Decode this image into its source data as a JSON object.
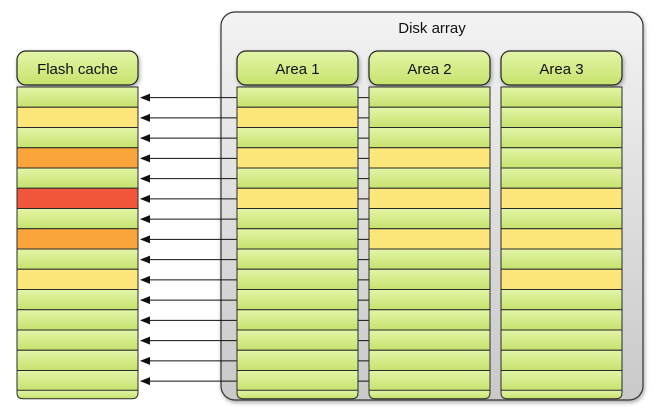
{
  "disk_array": {
    "title": "Disk array"
  },
  "flash_cache": {
    "title": "Flash cache",
    "cells": [
      "green",
      "yellow",
      "green",
      "orange",
      "green",
      "red",
      "green",
      "orange",
      "green",
      "yellow",
      "green",
      "green",
      "green",
      "green",
      "green"
    ]
  },
  "areas": [
    {
      "title": "Area 1",
      "cells": [
        "green",
        "yellow",
        "green",
        "yellow",
        "green",
        "yellow",
        "green",
        "green",
        "green",
        "green",
        "green",
        "green",
        "green",
        "green",
        "green"
      ]
    },
    {
      "title": "Area 2",
      "cells": [
        "green",
        "green",
        "green",
        "yellow",
        "green",
        "yellow",
        "green",
        "yellow",
        "green",
        "green",
        "green",
        "green",
        "green",
        "green",
        "green"
      ]
    },
    {
      "title": "Area 3",
      "cells": [
        "green",
        "green",
        "green",
        "green",
        "green",
        "yellow",
        "green",
        "yellow",
        "green",
        "yellow",
        "green",
        "green",
        "green",
        "green",
        "green"
      ]
    }
  ],
  "colors": {
    "green": "#cfe97f",
    "yellow": "#fde67a",
    "orange": "#f9a53a",
    "red": "#f2573b",
    "cell_border": "#2a2a2a",
    "array_bg": "#d9d9d9"
  }
}
